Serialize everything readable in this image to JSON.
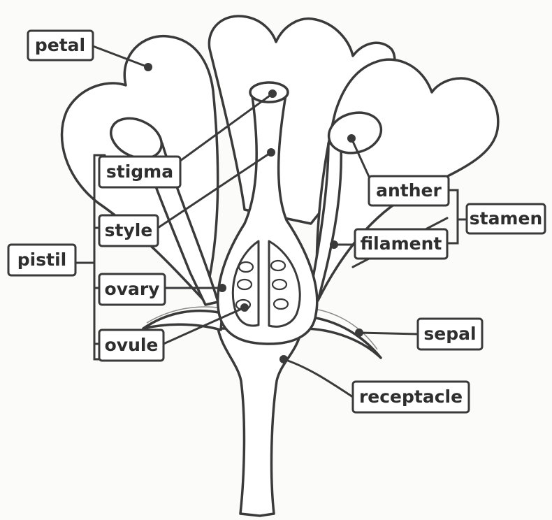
{
  "labels": {
    "petal": "petal",
    "stigma": "stigma",
    "style": "style",
    "pistil": "pistil",
    "ovary": "ovary",
    "ovule": "ovule",
    "anther": "anther",
    "stamen": "stamen",
    "filament": "filament",
    "sepal": "sepal",
    "receptacle": "receptacle"
  }
}
